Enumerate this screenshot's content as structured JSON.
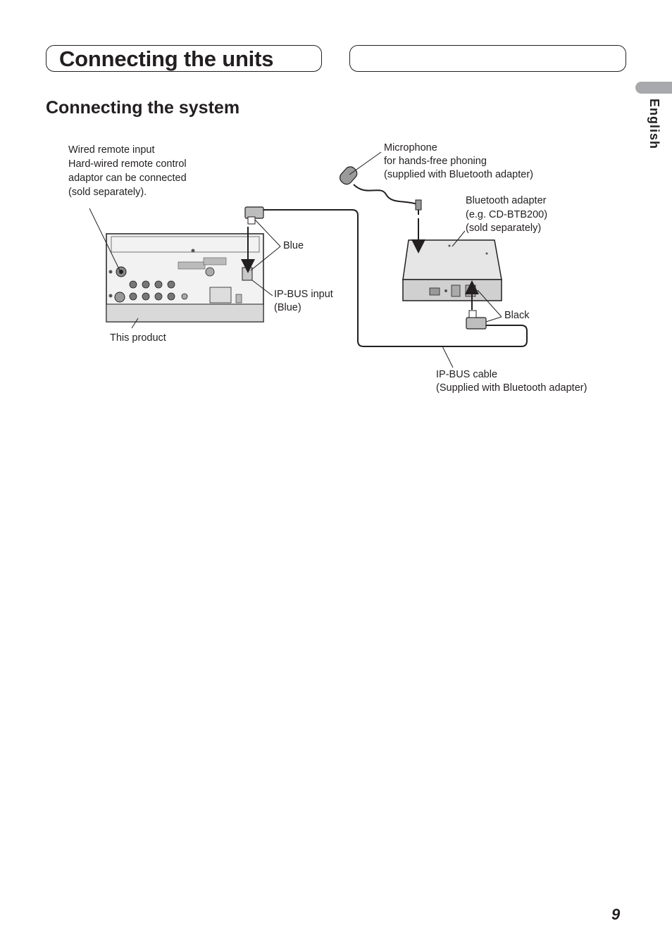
{
  "header": {
    "title": "Connecting the units",
    "language_tab": "English"
  },
  "section": {
    "title": "Connecting the system"
  },
  "diagram": {
    "labels": {
      "wired_remote": [
        "Wired remote input",
        "Hard-wired remote control",
        "adaptor can be connected",
        "(sold separately)."
      ],
      "microphone": [
        "Microphone",
        "for hands-free phoning",
        "(supplied with Bluetooth adapter)"
      ],
      "bluetooth_adapter": [
        "Bluetooth adapter",
        "(e.g. CD-BTB200)",
        "(sold separately)"
      ],
      "blue": "Blue",
      "ip_bus_input": [
        "IP-BUS input",
        "(Blue)"
      ],
      "black": "Black",
      "this_product": "This product",
      "ip_bus_cable": [
        "IP-BUS cable",
        "(Supplied with Bluetooth adapter)"
      ]
    }
  },
  "footer": {
    "page_number": "9"
  }
}
